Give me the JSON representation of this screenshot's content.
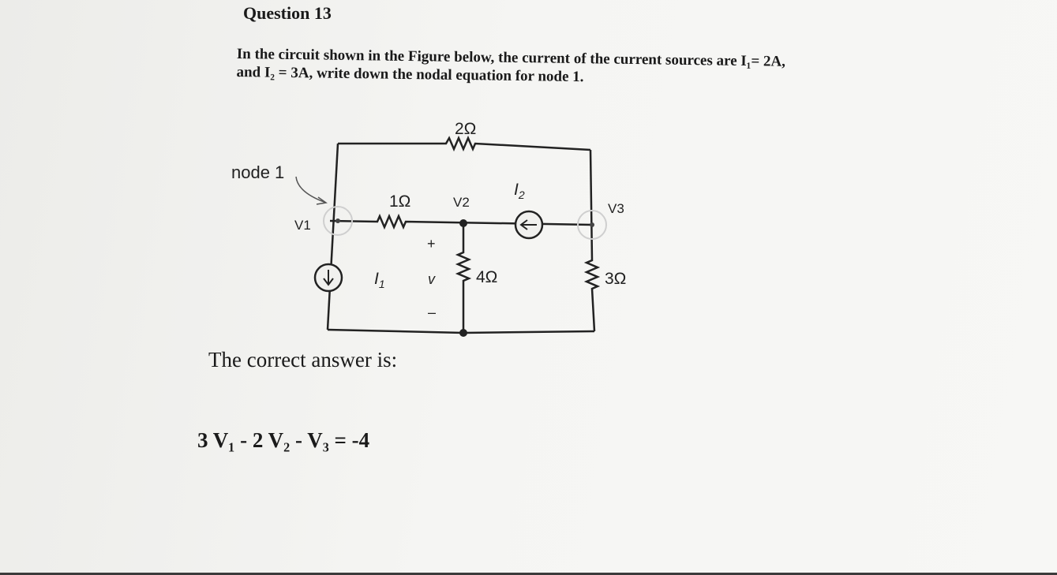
{
  "question": {
    "title": "Question 13",
    "line1": "In the circuit shown in the Figure below, the current of the current sources are I₁= 2A,",
    "line2": "and I₂ = 3A, write down the nodal equation for node 1."
  },
  "figure": {
    "node_label": "node 1",
    "v1": "V1",
    "v2": "V2",
    "v3": "V3",
    "r_top": "2Ω",
    "r_mid": "1Ω",
    "r_4": "4Ω",
    "r_3": "3Ω",
    "i1": "I",
    "i1_sub": "1",
    "i2": "I",
    "i2_sub": "2",
    "v_label": "v",
    "plus": "+",
    "minus": "–"
  },
  "answer": {
    "label": "The correct answer is:",
    "equation": "3 V₁ - 2 V₂ - V₃ = -4"
  }
}
